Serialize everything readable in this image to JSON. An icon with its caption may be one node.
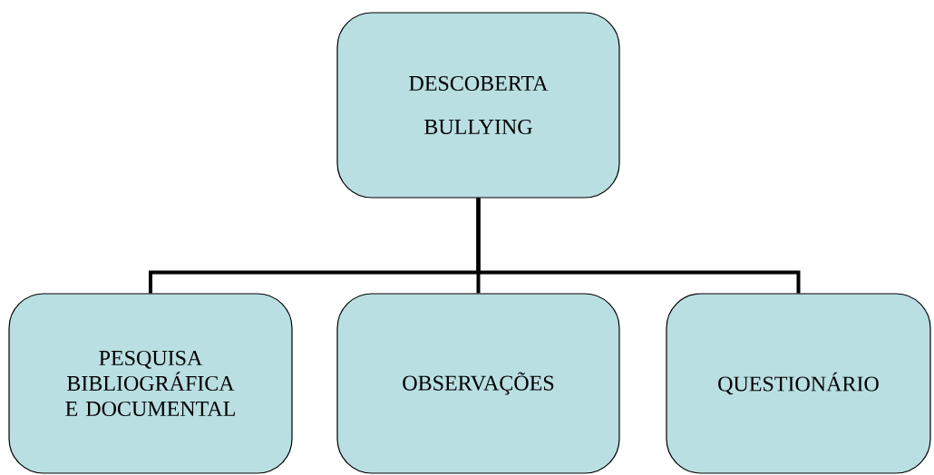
{
  "diagram": {
    "nodes": [
      {
        "text": [
          "DESCOBERTA BULLYING"
        ]
      },
      {
        "text": [
          "PESQUISA BIBLIOGRÁFICA E DOCUMENTAL"
        ]
      },
      {
        "text": [
          "OBSERVAÇÕES"
        ]
      },
      {
        "text": [
          "QUESTIONÁRIO"
        ]
      }
    ],
    "edges": [
      {
        "from": 0,
        "to": 1,
        "arrow": "none"
      },
      {
        "from": 0,
        "to": 2,
        "arrow": "none"
      },
      {
        "from": 0,
        "to": 3,
        "arrow": "none"
      }
    ]
  }
}
